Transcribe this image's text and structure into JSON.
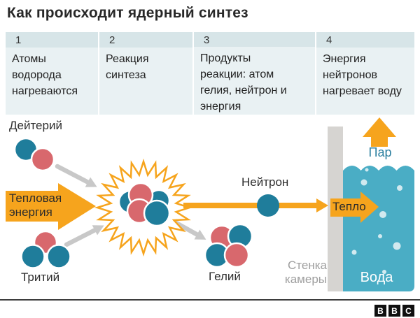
{
  "title": "Как происходит ядерный синтез",
  "steps": [
    {
      "number": "1",
      "text": "Атомы водорода нагреваются"
    },
    {
      "number": "2",
      "text": "Реакция синтеза"
    },
    {
      "number": "3",
      "text": "Продукты реакции: атом гелия, нейтрон и энергия"
    },
    {
      "number": "4",
      "text": "Энергия нейтронов нагревает воду"
    }
  ],
  "diagram": {
    "labels": {
      "deuterium": "Дейтерий",
      "tritium": "Тритий",
      "thermal_energy": "Тепловая энергия",
      "neutron": "Нейтрон",
      "helium": "Гелий",
      "heat": "Тепло",
      "steam": "Пар",
      "water": "Вода",
      "chamber_wall": "Стенка камеры"
    },
    "colors": {
      "orange": "#f6a41d",
      "teal_particle": "#1f7d9b",
      "red_particle": "#d8686d",
      "water": "#4aadc5",
      "wall_gray": "#d6d4d1",
      "arrow_gray": "#c8c8c8",
      "header_row": "#d7e5e8",
      "body_row": "#e9f1f3"
    }
  },
  "footer": {
    "logo": [
      "B",
      "B",
      "C"
    ]
  }
}
